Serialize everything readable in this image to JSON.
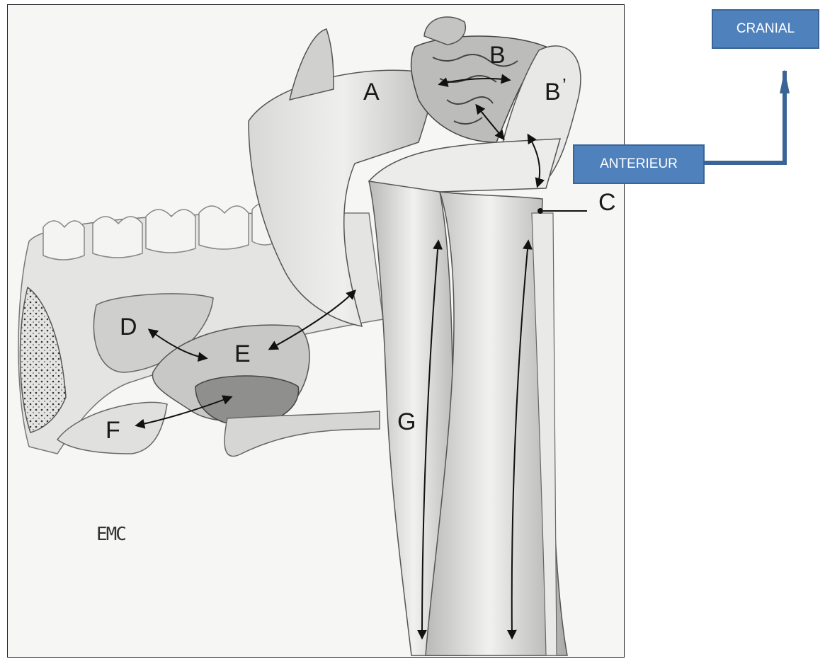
{
  "labels": {
    "a": "A",
    "b": "B",
    "b_prime": "B",
    "b_prime_mark": "’",
    "c": "C",
    "d": "D",
    "e": "E",
    "f": "F",
    "g": "G"
  },
  "logo": "EMC",
  "orientation": {
    "cranial": "CRANIAL",
    "anterieur": "ANTERIEUR"
  },
  "colors": {
    "box_fill": "#4f81bd",
    "box_border": "#3a6496",
    "connector": "#3a6496",
    "background": "#f6f6f4"
  }
}
